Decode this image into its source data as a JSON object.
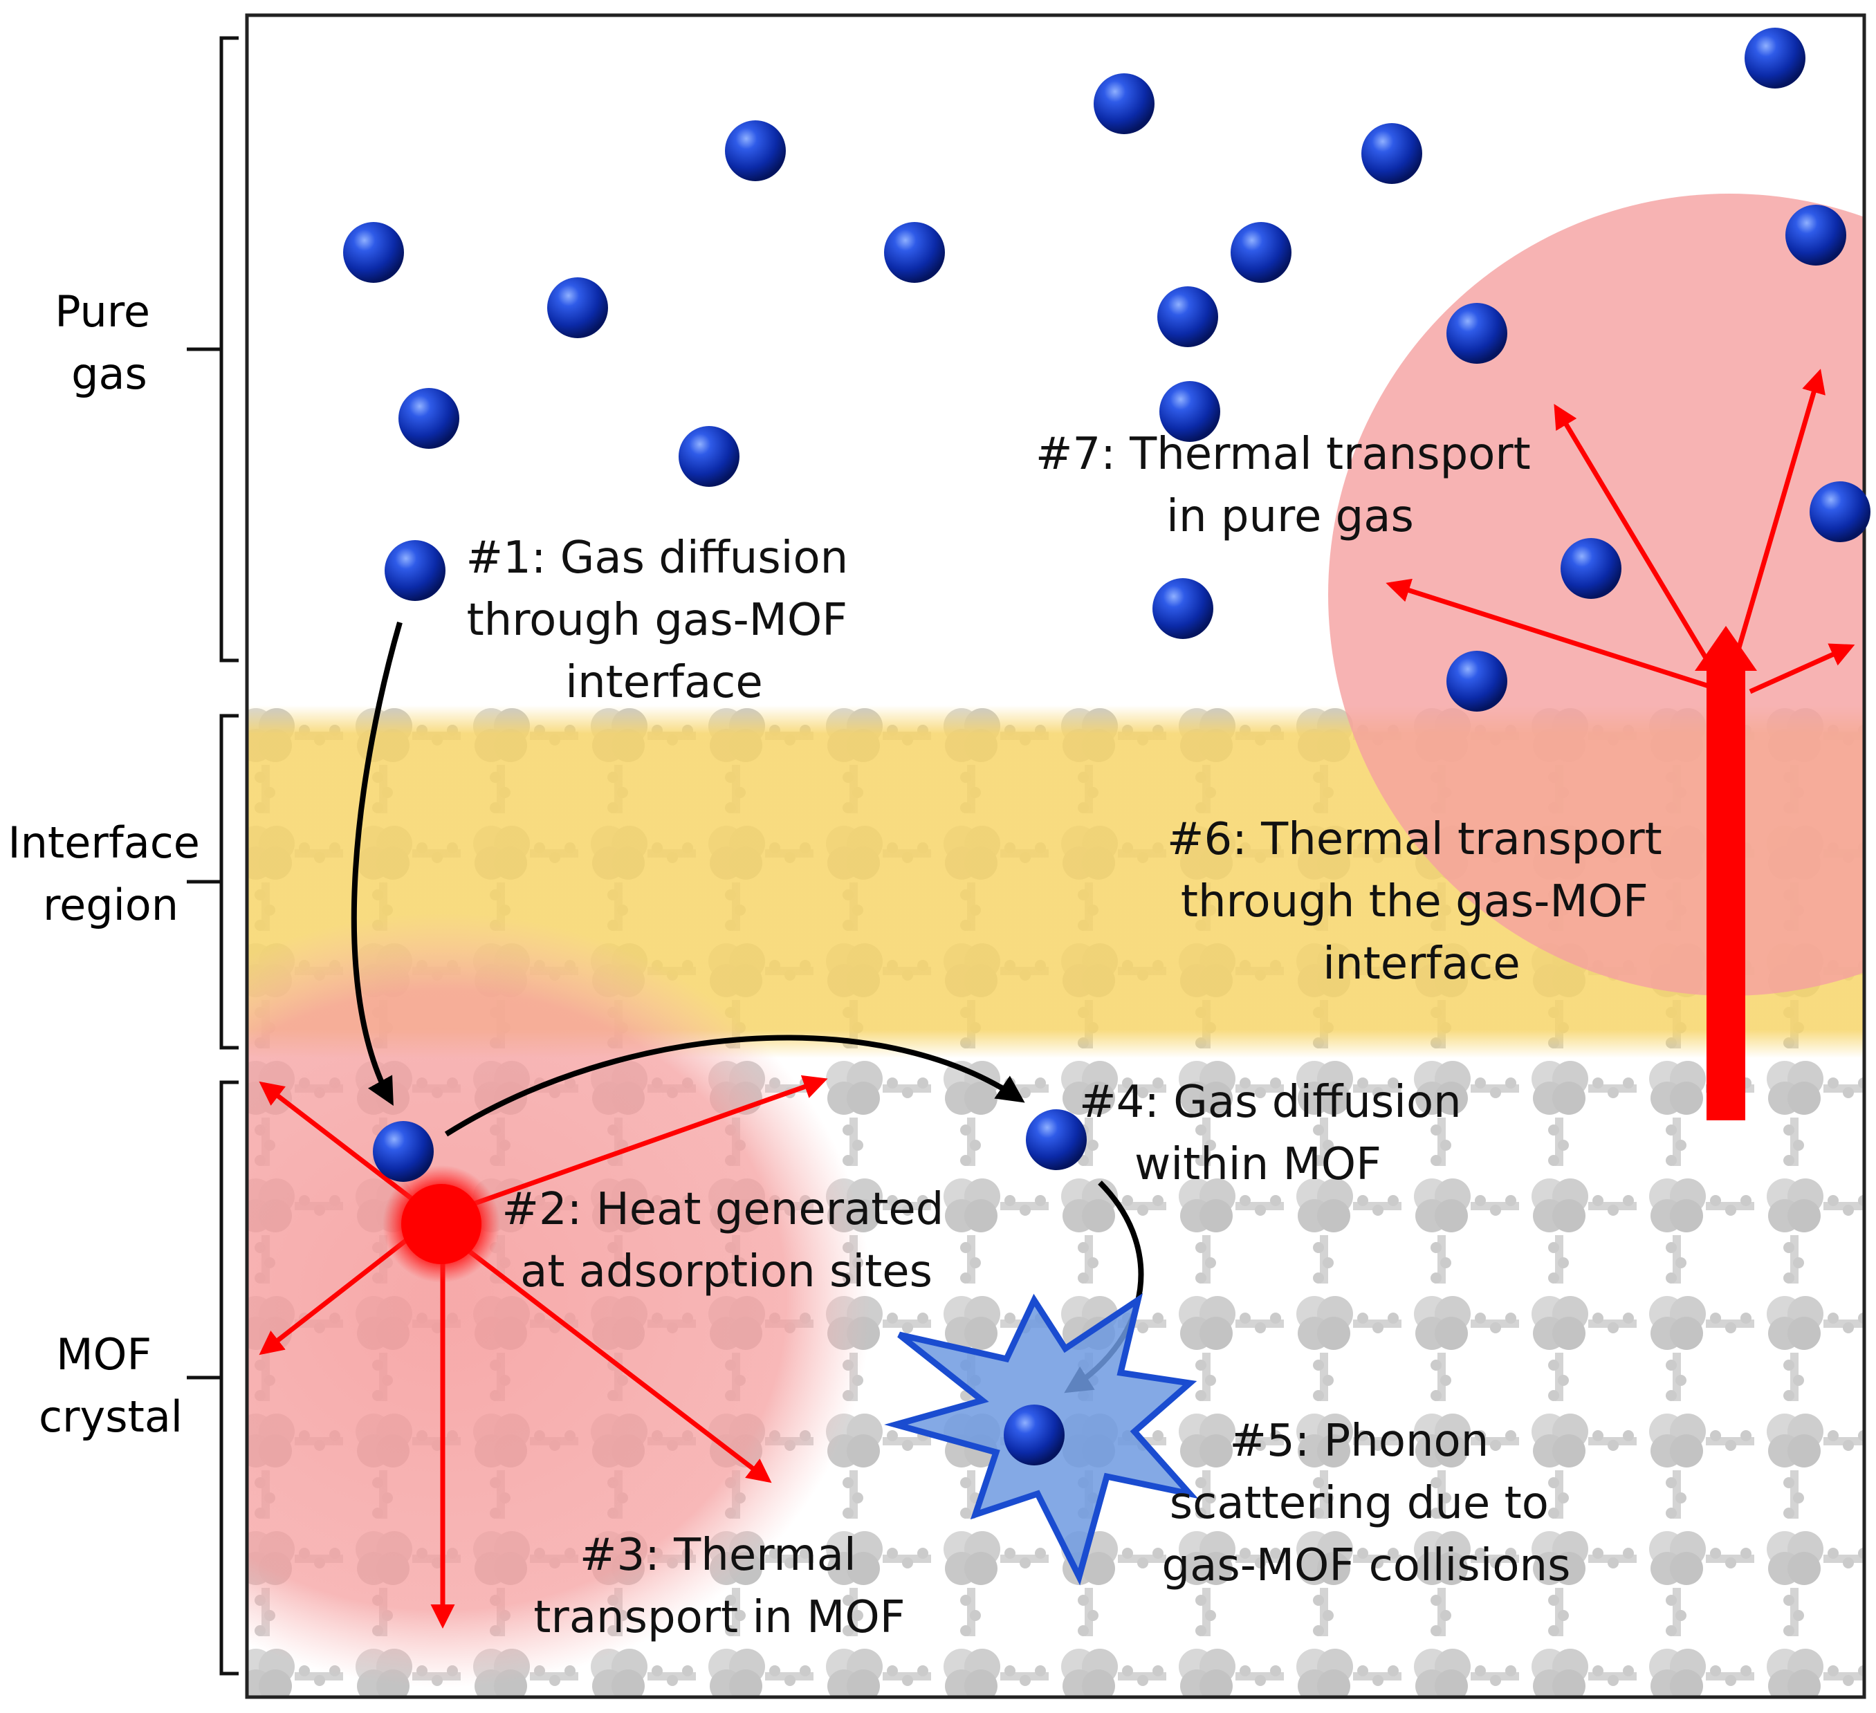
{
  "colors": {
    "molecule": "#0d2fc0",
    "heat": "#ff0000",
    "heat_glow": "#f6a6a6",
    "interface_band": "#f7d56a",
    "scatter_burst": "#6e9ae0",
    "lattice": "#c9c9c9"
  },
  "regions": [
    {
      "id": "pure-gas",
      "lines": [
        "Pure",
        "gas"
      ]
    },
    {
      "id": "interface",
      "lines": [
        "Interface",
        "region"
      ]
    },
    {
      "id": "mof",
      "lines": [
        "MOF",
        "crystal"
      ]
    }
  ],
  "steps": [
    {
      "id": "1",
      "lines": [
        "#1: Gas diffusion",
        "through gas-MOF",
        "interface"
      ]
    },
    {
      "id": "2",
      "lines": [
        "#2: Heat generated",
        "at adsorption sites"
      ]
    },
    {
      "id": "3",
      "lines": [
        "#3: Thermal",
        "transport in MOF"
      ]
    },
    {
      "id": "4",
      "lines": [
        "#4: Gas diffusion",
        "within MOF"
      ]
    },
    {
      "id": "5",
      "lines": [
        "#5: Phonon",
        "scattering due to",
        "gas-MOF collisions"
      ]
    },
    {
      "id": "6",
      "lines": [
        "#6: Thermal transport",
        "through the gas-MOF",
        "interface"
      ]
    },
    {
      "id": "7",
      "lines": [
        "#7: Thermal transport",
        "in pure gas"
      ]
    }
  ],
  "icons": {
    "gas_molecule": "blue-sphere",
    "heat_source": "red-starburst",
    "collision": "blue-starburst"
  }
}
